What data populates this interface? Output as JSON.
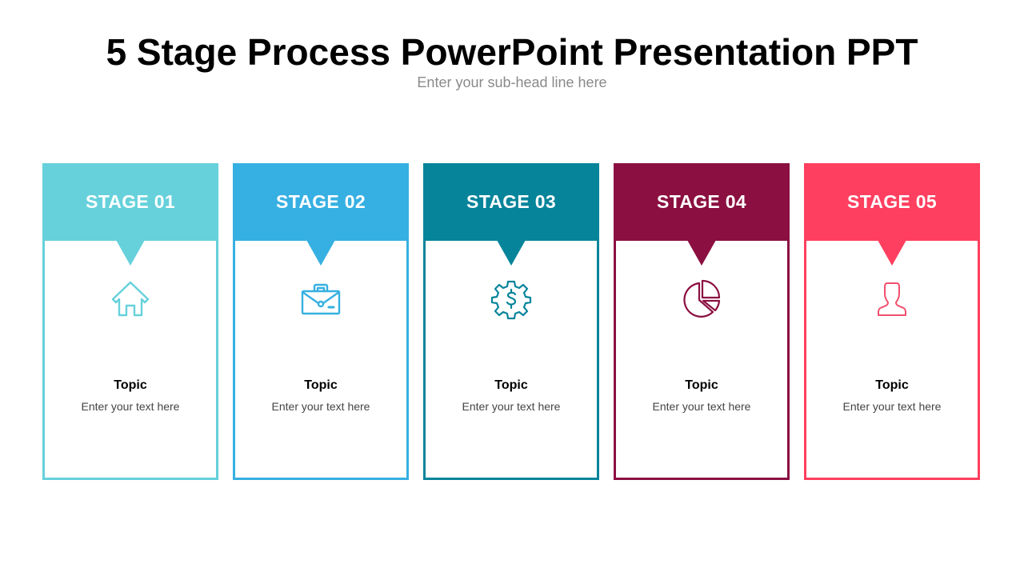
{
  "header": {
    "title": "5 Stage Process PowerPoint Presentation PPT",
    "subtitle": "Enter your sub-head line here"
  },
  "stages": [
    {
      "label": "STAGE 01",
      "icon": "home-icon",
      "topic": "Topic",
      "text": "Enter your text here",
      "color": "#66D1DB"
    },
    {
      "label": "STAGE 02",
      "icon": "briefcase-icon",
      "topic": "Topic",
      "text": "Enter your text here",
      "color": "#36B0E2"
    },
    {
      "label": "STAGE 03",
      "icon": "gear-dollar-icon",
      "topic": "Topic",
      "text": "Enter your text here",
      "color": "#06849A"
    },
    {
      "label": "STAGE 04",
      "icon": "pie-chart-icon",
      "topic": "Topic",
      "text": "Enter your text here",
      "color": "#8B0F40"
    },
    {
      "label": "STAGE 05",
      "icon": "user-icon",
      "topic": "Topic",
      "text": "Enter your text here",
      "color": "#FF3F5F"
    }
  ]
}
